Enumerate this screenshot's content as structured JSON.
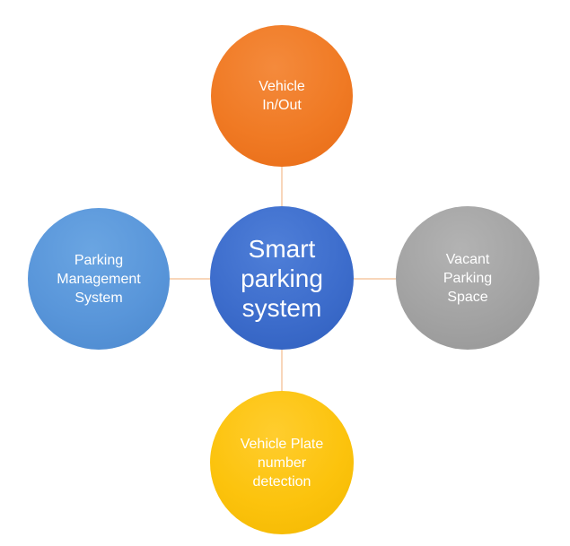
{
  "diagram": {
    "center": {
      "label": "Smart\nparking\nsystem",
      "color": "#3d6dcc"
    },
    "top": {
      "label": "Vehicle\nIn/Out",
      "color": "#f07a24"
    },
    "left": {
      "label": "Parking\nManagement\nSystem",
      "color": "#5996da"
    },
    "right": {
      "label": "Vacant\nParking\nSpace",
      "color": "#a3a3a3"
    },
    "bottom": {
      "label": "Vehicle Plate\nnumber\ndetection",
      "color": "#fcc30d"
    },
    "connector_color": "#f6c9a3"
  }
}
